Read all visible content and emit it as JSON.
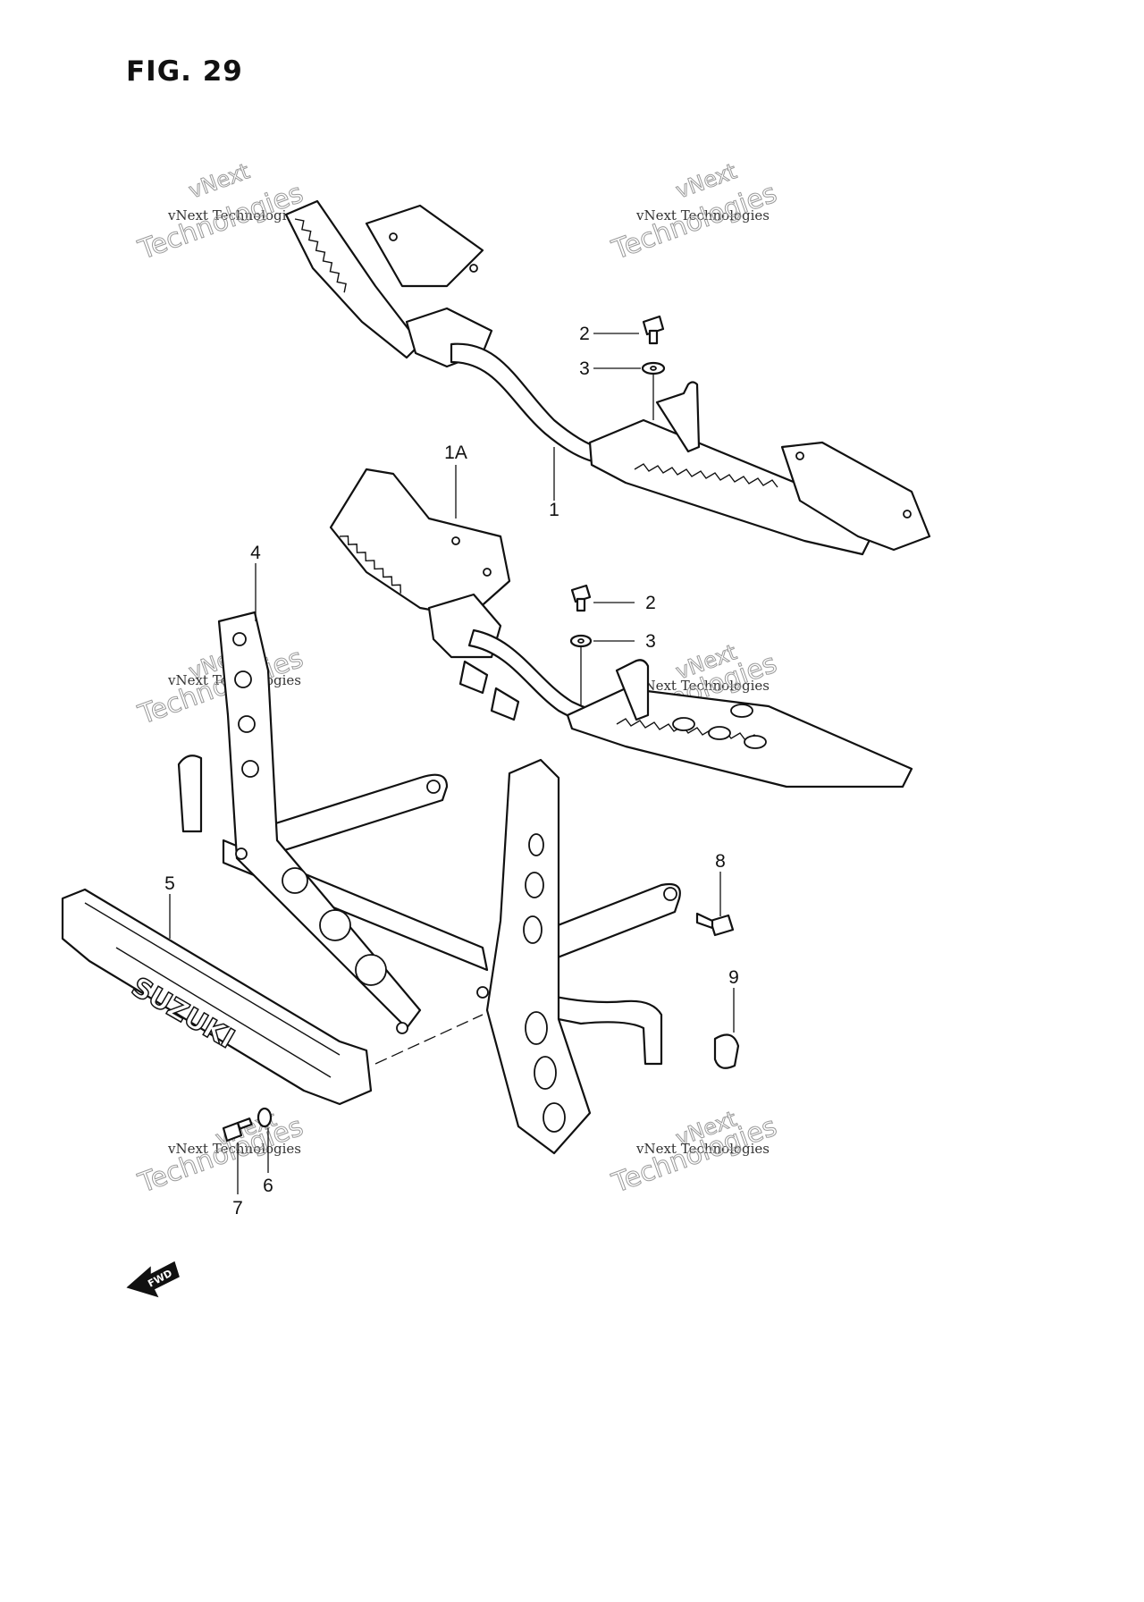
{
  "figure": {
    "title": "FIG. 29"
  },
  "callouts": [
    {
      "id": "c1",
      "label": "1"
    },
    {
      "id": "c1a",
      "label": "1A"
    },
    {
      "id": "c2a",
      "label": "2"
    },
    {
      "id": "c3a",
      "label": "3"
    },
    {
      "id": "c2b",
      "label": "2"
    },
    {
      "id": "c3b",
      "label": "3"
    },
    {
      "id": "c4",
      "label": "4"
    },
    {
      "id": "c5",
      "label": "5"
    },
    {
      "id": "c6",
      "label": "6"
    },
    {
      "id": "c7",
      "label": "7"
    },
    {
      "id": "c8",
      "label": "8"
    },
    {
      "id": "c9",
      "label": "9"
    }
  ],
  "watermark": {
    "line_small": "vNext Technologies",
    "line_top": "vNext",
    "line_big": "Technologies"
  },
  "emblem": {
    "text": "SUZUKI"
  },
  "direction_arrow": {
    "text": "FWD"
  }
}
